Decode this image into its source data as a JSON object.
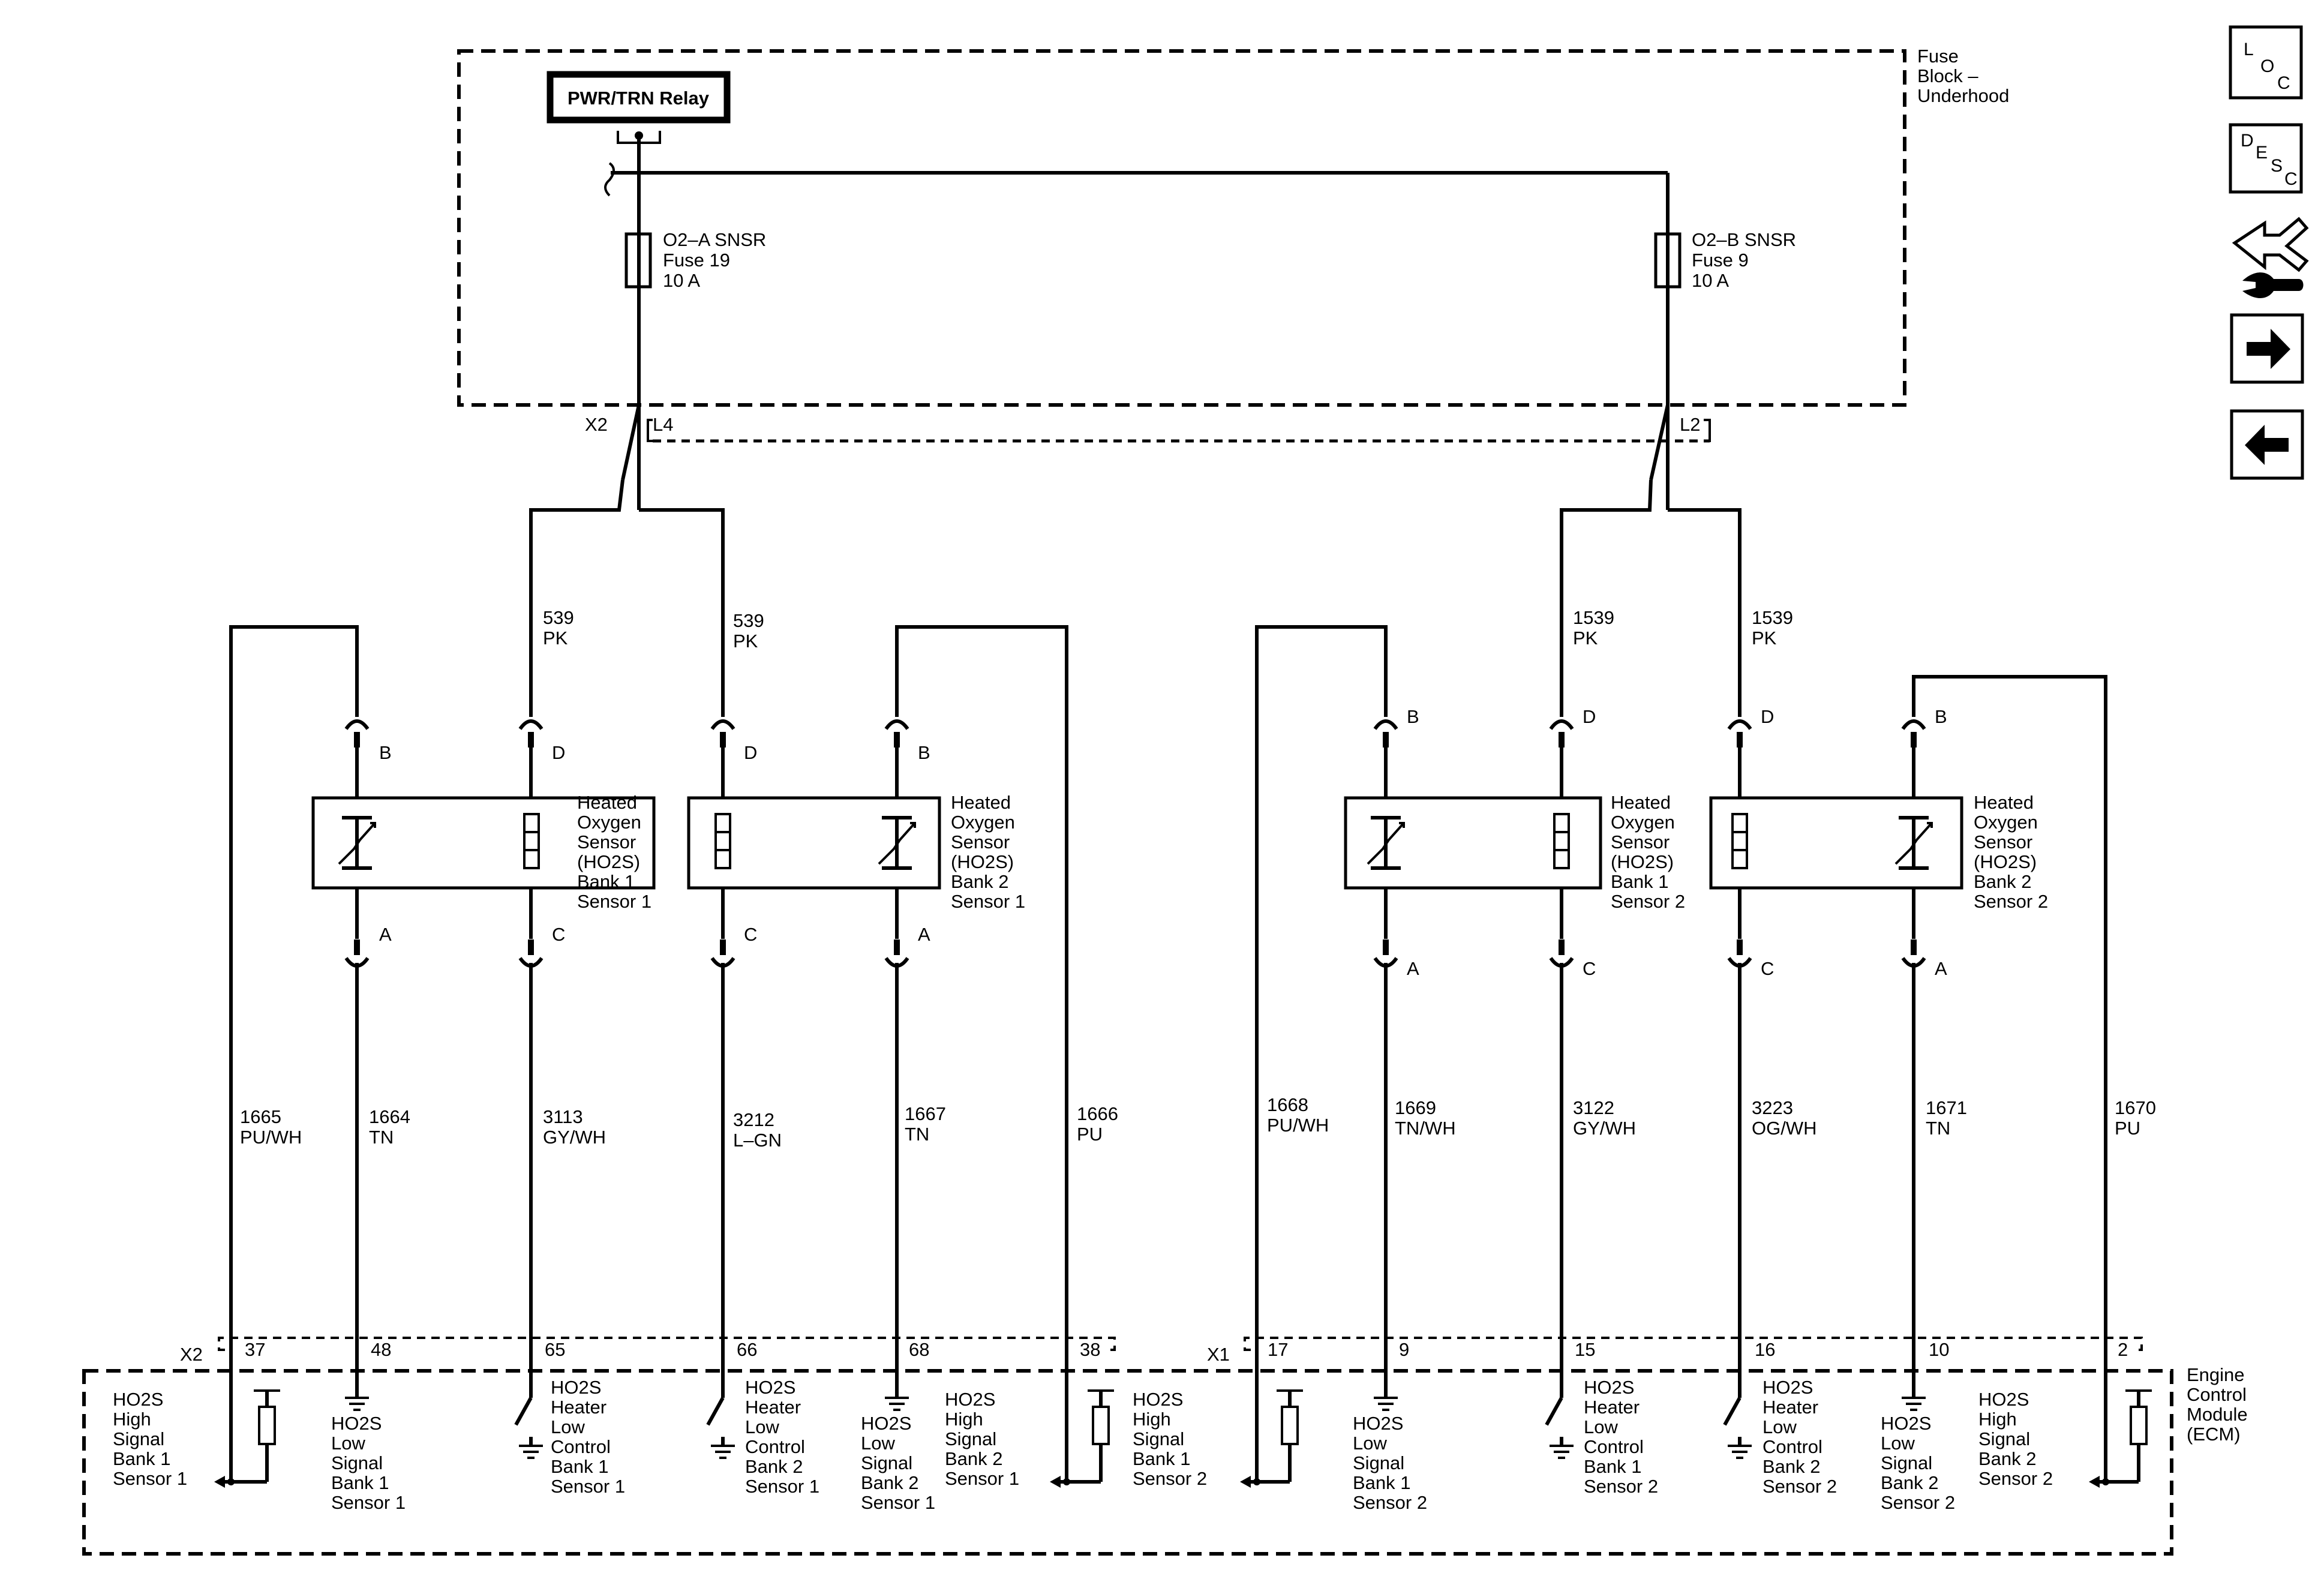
{
  "fuse_block": {
    "title_lines": [
      "Fuse",
      "Block –",
      "Underhood"
    ]
  },
  "relay": {
    "label": "PWR/TRN Relay"
  },
  "fuses": [
    {
      "lines": [
        "O2–A SNSR",
        "Fuse 19",
        "10 A"
      ]
    },
    {
      "lines": [
        "O2–B SNSR",
        "Fuse 9",
        "10 A"
      ]
    }
  ],
  "fuse_connectors": {
    "x2": "X2",
    "l4": "L4",
    "l2": "L2"
  },
  "feed_wires": [
    {
      "lines": [
        "539",
        "PK"
      ]
    },
    {
      "lines": [
        "539",
        "PK"
      ]
    },
    {
      "lines": [
        "1539",
        "PK"
      ]
    },
    {
      "lines": [
        "1539",
        "PK"
      ]
    }
  ],
  "sensors": [
    {
      "lines": [
        "Heated",
        "Oxygen",
        "Sensor",
        "(HO2S)",
        "Bank 1",
        "Sensor 1"
      ]
    },
    {
      "lines": [
        "Heated",
        "Oxygen",
        "Sensor",
        "(HO2S)",
        "Bank 2",
        "Sensor 1"
      ]
    },
    {
      "lines": [
        "Heated",
        "Oxygen",
        "Sensor",
        "(HO2S)",
        "Bank 1",
        "Sensor 2"
      ]
    },
    {
      "lines": [
        "Heated",
        "Oxygen",
        "Sensor",
        "(HO2S)",
        "Bank 2",
        "Sensor 2"
      ]
    }
  ],
  "pin_letters": {
    "s1": {
      "top_left": "B",
      "top_right": "D",
      "bottom_left": "A",
      "bottom_right": "C"
    },
    "s2": {
      "top_left": "D",
      "top_right": "B",
      "bottom_left": "C",
      "bottom_right": "A"
    },
    "s3": {
      "top_left": "B",
      "top_right": "D",
      "bottom_left": "A",
      "bottom_right": "C"
    },
    "s4": {
      "top_left": "D",
      "top_right": "B",
      "bottom_left": "C",
      "bottom_right": "A"
    }
  },
  "wires": [
    {
      "lines": [
        "1665",
        "PU/WH"
      ]
    },
    {
      "lines": [
        "1664",
        "TN"
      ]
    },
    {
      "lines": [
        "3113",
        "GY/WH"
      ]
    },
    {
      "lines": [
        "3212",
        "L–GN"
      ]
    },
    {
      "lines": [
        "1667",
        "TN"
      ]
    },
    {
      "lines": [
        "1666",
        "PU"
      ]
    },
    {
      "lines": [
        "1668",
        "PU/WH"
      ]
    },
    {
      "lines": [
        "1669",
        "TN/WH"
      ]
    },
    {
      "lines": [
        "3122",
        "GY/WH"
      ]
    },
    {
      "lines": [
        "3223",
        "OG/WH"
      ]
    },
    {
      "lines": [
        "1671",
        "TN"
      ]
    },
    {
      "lines": [
        "1670",
        "PU"
      ]
    }
  ],
  "ecm_connectors": {
    "x2": "X2",
    "x1": "X1"
  },
  "ecm_pins": [
    "37",
    "48",
    "65",
    "66",
    "68",
    "38",
    "17",
    "9",
    "15",
    "16",
    "10",
    "2"
  ],
  "ecm": {
    "title_lines": [
      "Engine",
      "Control",
      "Module",
      "(ECM)"
    ]
  },
  "ecm_signals": [
    {
      "lines": [
        "HO2S",
        "High",
        "Signal",
        "Bank 1",
        "Sensor 1"
      ]
    },
    {
      "lines": [
        "HO2S",
        "Low",
        "Signal",
        "Bank 1",
        "Sensor 1"
      ]
    },
    {
      "lines": [
        "HO2S",
        "Heater",
        "Low",
        "Control",
        "Bank 1",
        "Sensor 1"
      ]
    },
    {
      "lines": [
        "HO2S",
        "Heater",
        "Low",
        "Control",
        "Bank 2",
        "Sensor 1"
      ]
    },
    {
      "lines": [
        "HO2S",
        "Low",
        "Signal",
        "Bank 2",
        "Sensor 1"
      ]
    },
    {
      "lines": [
        "HO2S",
        "High",
        "Signal",
        "Bank 2",
        "Sensor 1"
      ]
    },
    {
      "lines": [
        "HO2S",
        "High",
        "Signal",
        "Bank 1",
        "Sensor 2"
      ]
    },
    {
      "lines": [
        "HO2S",
        "Low",
        "Signal",
        "Bank 1",
        "Sensor 2"
      ]
    },
    {
      "lines": [
        "HO2S",
        "Heater",
        "Low",
        "Control",
        "Bank 1",
        "Sensor 2"
      ]
    },
    {
      "lines": [
        "HO2S",
        "Heater",
        "Low",
        "Control",
        "Bank 2",
        "Sensor 2"
      ]
    },
    {
      "lines": [
        "HO2S",
        "Low",
        "Signal",
        "Bank 2",
        "Sensor 2"
      ]
    },
    {
      "lines": [
        "HO2S",
        "High",
        "Signal",
        "Bank 2",
        "Sensor 2"
      ]
    }
  ],
  "nav": {
    "loc": {
      "l": "L",
      "o": "O",
      "c": "C"
    },
    "desc": {
      "d": "D",
      "e": "E",
      "s": "S",
      "c": "C"
    },
    "icons": [
      "connector-end-view-icon",
      "next-page-arrow-icon",
      "previous-page-arrow-icon"
    ]
  }
}
